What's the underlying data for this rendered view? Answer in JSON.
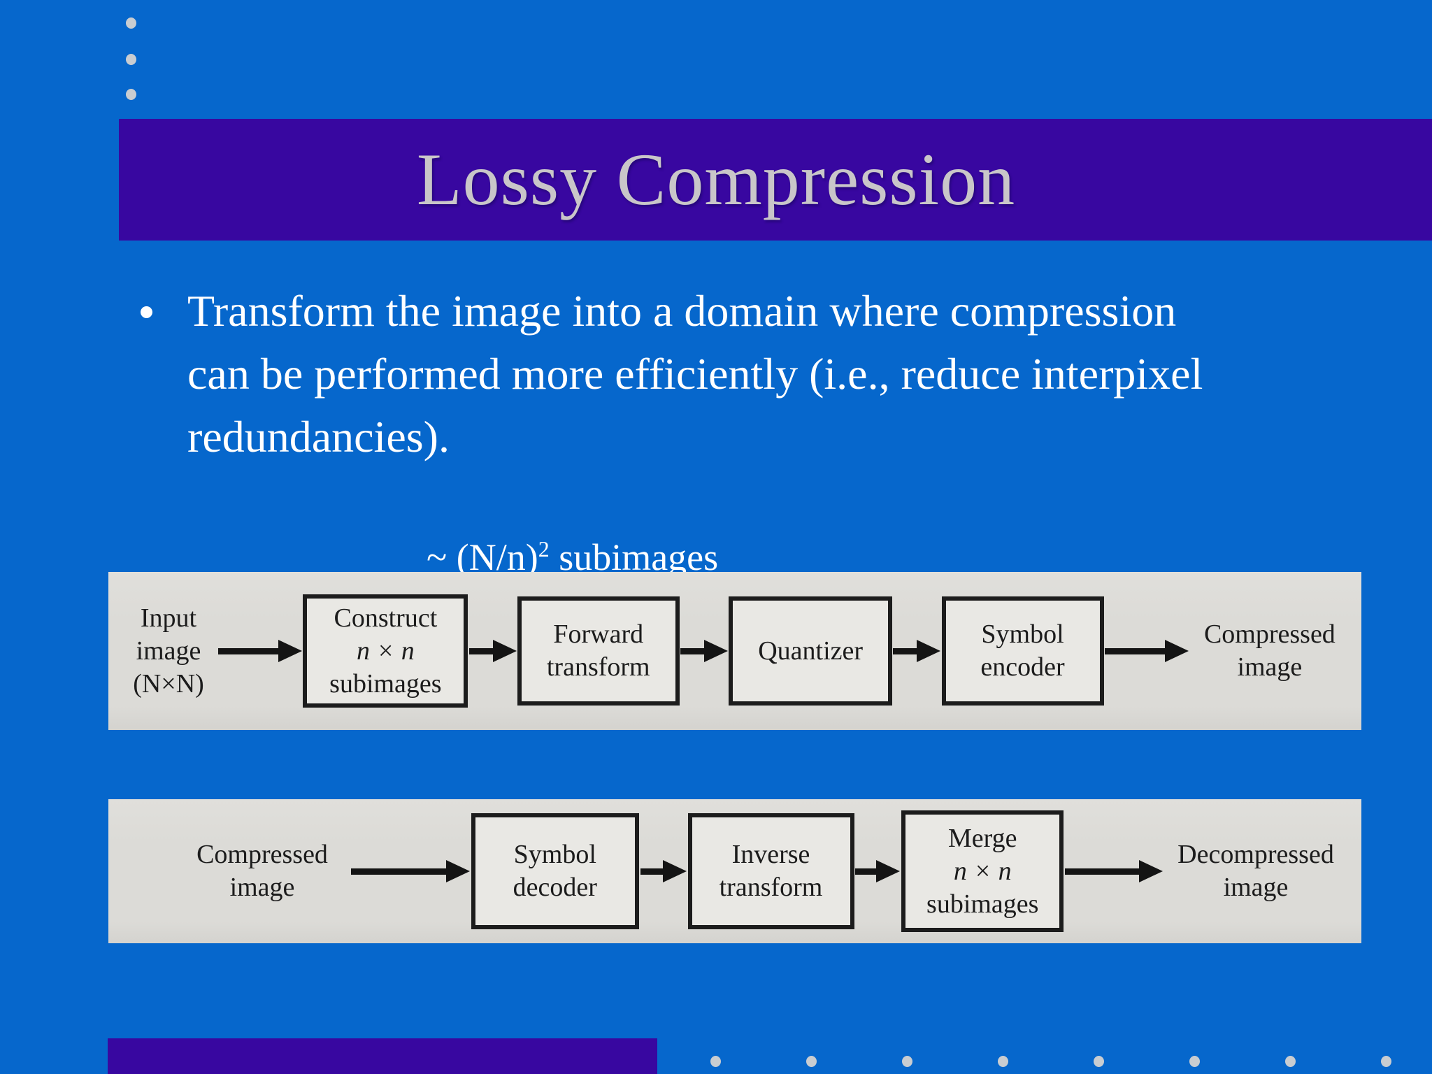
{
  "slide": {
    "title": "Lossy Compression",
    "bullet_text": "Transform the image into a domain where compression\ncan be performed more efficiently (i.e., reduce interpixel\nredundancies).",
    "subimages_label": {
      "prefix": "~ (N/n)",
      "superscript": "2",
      "suffix": " subimages"
    }
  },
  "encoder_pipeline": {
    "input_label": "Input\nimage\n(N×N)",
    "boxes": [
      {
        "lines": [
          "Construct",
          "n × n",
          "subimages"
        ]
      },
      {
        "lines": [
          "Forward",
          "transform"
        ]
      },
      {
        "lines": [
          "Quantizer"
        ]
      },
      {
        "lines": [
          "Symbol",
          "encoder"
        ]
      }
    ],
    "output_label": "Compressed\nimage"
  },
  "decoder_pipeline": {
    "input_label": "Compressed\nimage",
    "boxes": [
      {
        "lines": [
          "Symbol",
          "decoder"
        ]
      },
      {
        "lines": [
          "Inverse",
          "transform"
        ]
      },
      {
        "lines": [
          "Merge",
          "n × n",
          "subimages"
        ]
      }
    ],
    "output_label": "Decompressed\nimage"
  },
  "colors": {
    "background": "#0667CC",
    "accent_bar": "#3807A0",
    "title_text": "#C9C6C9",
    "body_text": "#FFFFFF",
    "scan_bg": "#DCDBD7",
    "scan_box_bg": "#E9E8E4",
    "scan_ink": "#1C1C1C",
    "dot": "#C9CDD1"
  }
}
